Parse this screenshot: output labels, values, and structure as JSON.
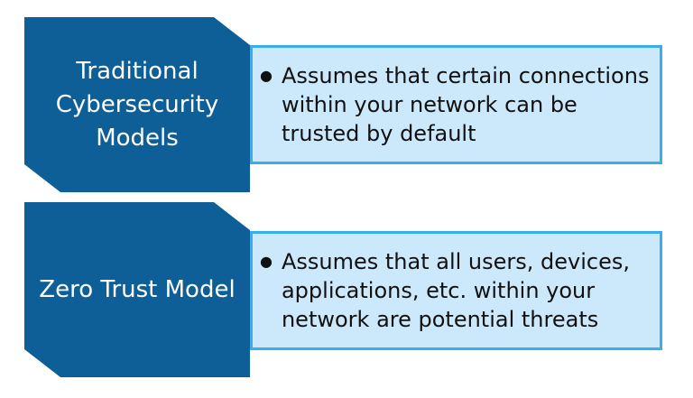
{
  "items": [
    {
      "label": "Traditional Cybersecurity Models",
      "bullet": "Assumes that certain connections within your network can be trusted by default"
    },
    {
      "label": "Zero Trust Model",
      "bullet": "Assumes that all users, devices, applications, etc. within your network are potential threats"
    }
  ],
  "colors": {
    "label_fill": "#0e5f98",
    "desc_fill": "#cce9fb",
    "desc_border": "#3aaeea"
  }
}
